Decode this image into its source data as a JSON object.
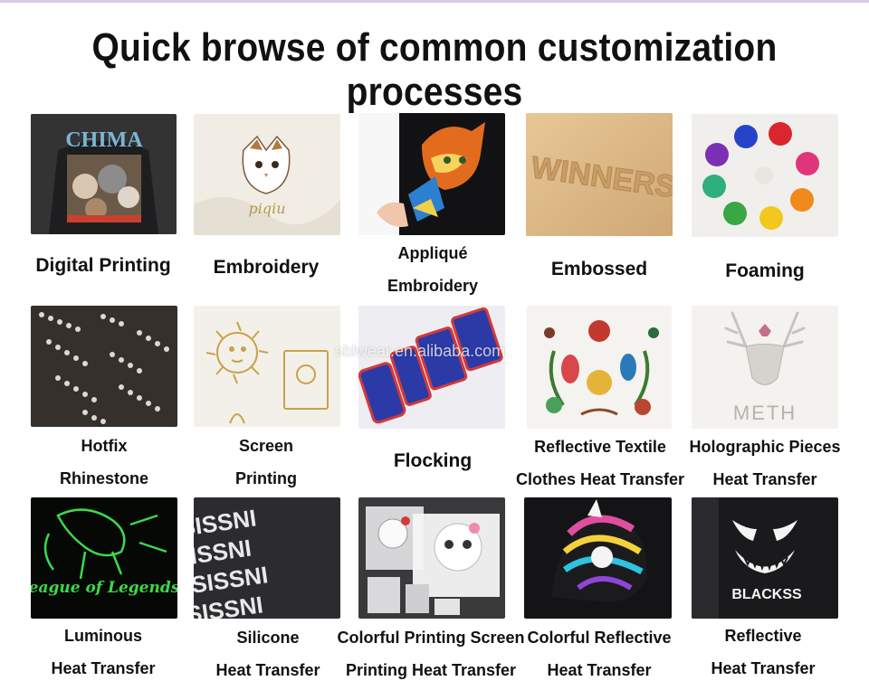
{
  "title": "Quick browse of common customization processes",
  "watermark": "sblwear.en.alibaba.com",
  "items": [
    {
      "line1": "Digital Printing",
      "line2": ""
    },
    {
      "line1": "Embroidery",
      "line2": ""
    },
    {
      "line1": "Appliqué",
      "line2": "Embroidery"
    },
    {
      "line1": "Embossed",
      "line2": ""
    },
    {
      "line1": "Foaming",
      "line2": ""
    },
    {
      "line1": "Hotfix",
      "line2": "Rhinestone"
    },
    {
      "line1": "Screen",
      "line2": "Printing"
    },
    {
      "line1": "Flocking",
      "line2": ""
    },
    {
      "line1": "Reflective Textile",
      "line2": "Clothes Heat Transfer"
    },
    {
      "line1": "Holographic Pieces",
      "line2": "Heat Transfer"
    },
    {
      "line1": "Luminous",
      "line2": "Heat Transfer"
    },
    {
      "line1": "Silicone",
      "line2": "Heat Transfer"
    },
    {
      "line1": "Colorful Printing Screen",
      "line2": "Printing Heat Transfer"
    },
    {
      "line1": "Colorful Reflective",
      "line2": "Heat Transfer"
    },
    {
      "line1": "Reflective",
      "line2": "Heat Transfer"
    }
  ],
  "image_text": {
    "digital_printing": "CHIMA",
    "embroidery": "piqiu",
    "embossed": "WINNERS",
    "holographic": "METH",
    "luminous": "League of Legends",
    "silicone": "SISSNI",
    "reflective": "BLACKSS"
  }
}
